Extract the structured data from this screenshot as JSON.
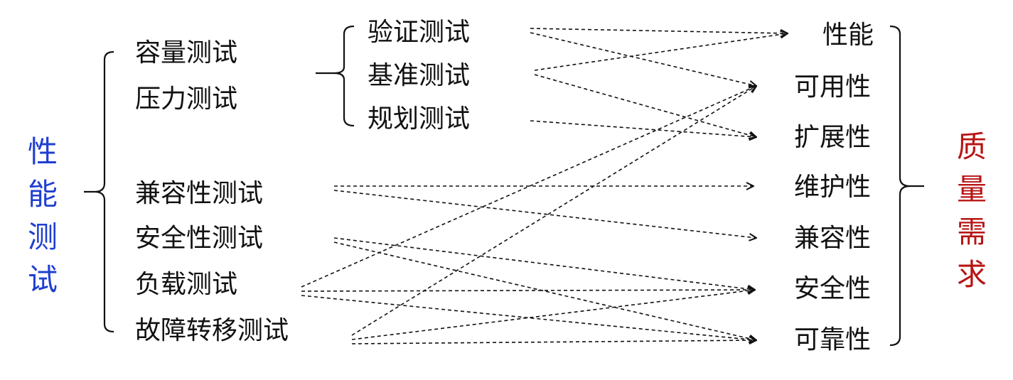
{
  "colors": {
    "left_title": "#1f3fd1",
    "right_title": "#b81414",
    "text": "#111111",
    "lines": "#111111"
  },
  "left_title": "性能测试",
  "right_title": "质量需求",
  "group1": [
    "容量测试",
    "压力测试"
  ],
  "subtests": [
    "验证测试",
    "基准测试",
    "规划测试"
  ],
  "group2": [
    "兼容性测试",
    "安全性测试",
    "负载测试",
    "故障转移测试"
  ],
  "requirements": [
    "性能",
    "可用性",
    "扩展性",
    "维护性",
    "兼容性",
    "安全性",
    "可靠性"
  ],
  "connections": [
    {
      "from": "验证测试",
      "to": "性能"
    },
    {
      "from": "验证测试",
      "to": "可用性"
    },
    {
      "from": "基准测试",
      "to": "性能"
    },
    {
      "from": "基准测试",
      "to": "扩展性"
    },
    {
      "from": "规划测试",
      "to": "扩展性"
    },
    {
      "from": "兼容性测试",
      "to": "维护性"
    },
    {
      "from": "兼容性测试",
      "to": "兼容性"
    },
    {
      "from": "安全性测试",
      "to": "安全性"
    },
    {
      "from": "安全性测试",
      "to": "可靠性"
    },
    {
      "from": "负载测试",
      "to": "可用性"
    },
    {
      "from": "负载测试",
      "to": "安全性"
    },
    {
      "from": "负载测试",
      "to": "可靠性"
    },
    {
      "from": "故障转移测试",
      "to": "可用性"
    },
    {
      "from": "故障转移测试",
      "to": "安全性"
    },
    {
      "from": "故障转移测试",
      "to": "可靠性"
    }
  ]
}
